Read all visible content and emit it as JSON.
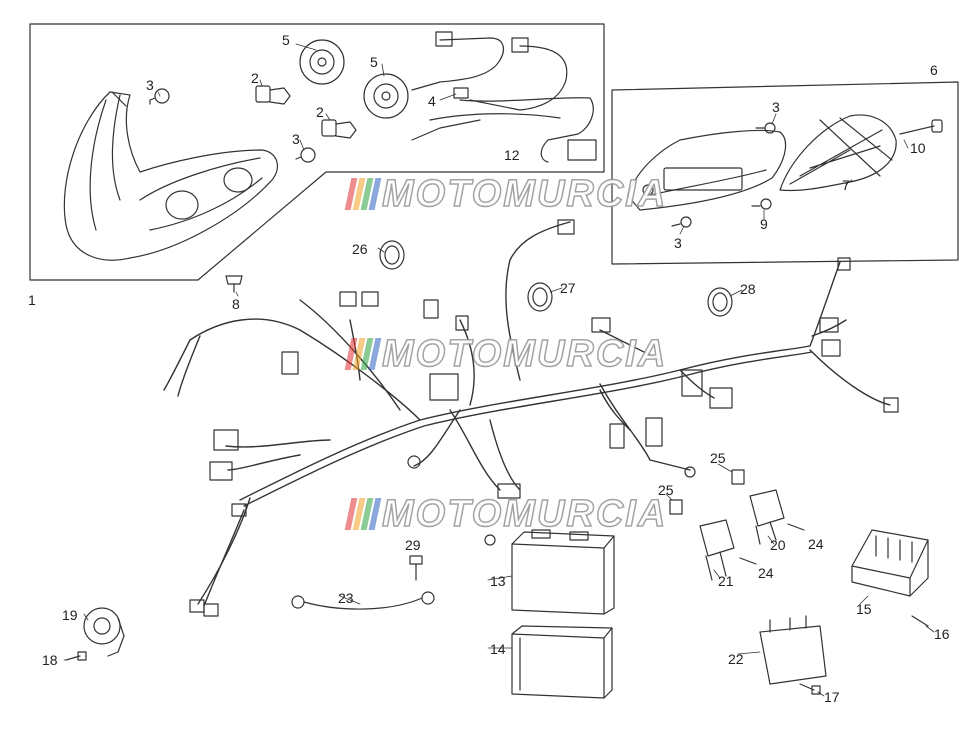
{
  "labels": {
    "p1": "1",
    "p2a": "2",
    "p2b": "2",
    "p3a": "3",
    "p3b": "3",
    "p3c": "3",
    "p3d": "3",
    "p4": "4",
    "p5a": "5",
    "p5b": "5",
    "p6": "6",
    "p7": "7",
    "p8": "8",
    "p9": "9",
    "p10": "10",
    "p12": "12",
    "p13": "13",
    "p14": "14",
    "p15": "15",
    "p16": "16",
    "p17": "17",
    "p18": "18",
    "p19": "19",
    "p20": "20",
    "p21": "21",
    "p22": "22",
    "p23": "23",
    "p24a": "24",
    "p24b": "24",
    "p25a": "25",
    "p25b": "25",
    "p26": "26",
    "p27": "27",
    "p28": "28",
    "p29": "29"
  },
  "watermark": {
    "text": "MOTOMURCIA",
    "colors": [
      "#e03030",
      "#f0a020",
      "#30a040",
      "#3060c0"
    ]
  },
  "colors": {
    "line": "#333333",
    "background": "#ffffff"
  }
}
